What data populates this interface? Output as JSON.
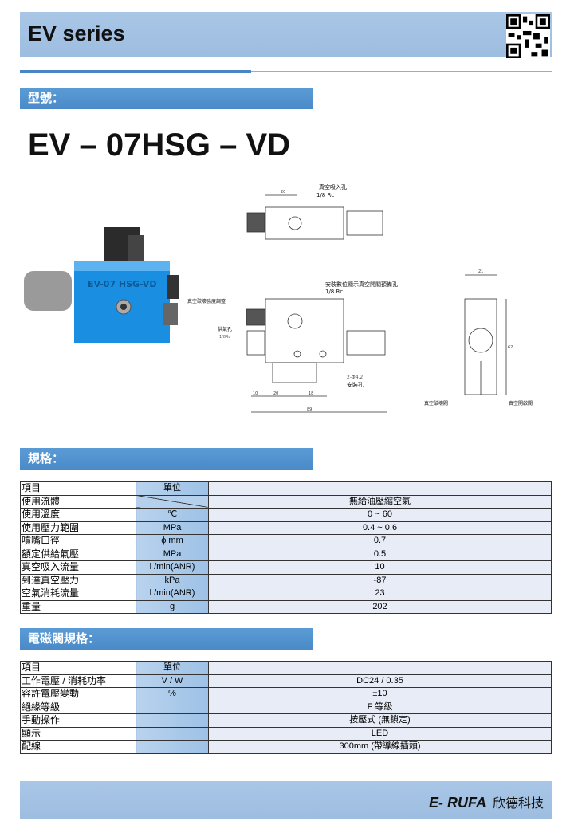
{
  "header": {
    "title": "EV series"
  },
  "sections": {
    "model": "型號：",
    "spec": "規格：",
    "solenoid": "電磁閥規格："
  },
  "model_number": "EV – 07HSG – VD",
  "product_label": "EV-07 HSG-VD",
  "drawing": {
    "vacuum_inlet": "真空吸入孔",
    "vacuum_inlet_size": "1/8 Rc",
    "switch_port": "安裝數位顯示真空開關預備孔",
    "switch_port_size": "1/8 Rc",
    "break_adjust": "真空破壞強度調整",
    "supply": "供氣孔",
    "supply_size": "1/8Rc",
    "mount": "2-Φ4.2",
    "mount_label": "安裝孔",
    "break_valve": "真空破壞閥",
    "open_valve": "真空開啟閥",
    "dims": [
      "20",
      "10",
      "20",
      "18",
      "89",
      "21",
      "62"
    ]
  },
  "spec_table": {
    "headers": [
      "項目",
      "單位",
      ""
    ],
    "rows": [
      [
        "使用流體",
        "",
        "無給油壓縮空氣"
      ],
      [
        "使用溫度",
        "℃",
        "0 ~ 60"
      ],
      [
        "使用壓力範圍",
        "MPa",
        "0.4 ~ 0.6"
      ],
      [
        "噴嘴口徑",
        "ϕ mm",
        "0.7"
      ],
      [
        "額定供給氣壓",
        "MPa",
        "0.5"
      ],
      [
        "真空吸入流量",
        "l /min(ANR)",
        "10"
      ],
      [
        "到達真空壓力",
        "kPa",
        "-87"
      ],
      [
        "空氣消耗流量",
        "l /min(ANR)",
        "23"
      ],
      [
        "重量",
        "g",
        "202"
      ]
    ]
  },
  "solenoid_table": {
    "headers": [
      "項目",
      "單位",
      ""
    ],
    "rows": [
      [
        "工作電壓 / 消耗功率",
        "V / W",
        "DC24 / 0.35"
      ],
      [
        "容許電壓變動",
        "%",
        "±10"
      ],
      [
        "絕緣等級",
        "",
        "F 等級"
      ],
      [
        "手動操作",
        "",
        "按壓式 (無鎖定)"
      ],
      [
        "顯示",
        "",
        "LED"
      ],
      [
        "配線",
        "",
        "300mm (帶導線插頭)"
      ]
    ]
  },
  "footer": {
    "brand": "E- RUFA",
    "brand_cn": "欣德科技"
  }
}
